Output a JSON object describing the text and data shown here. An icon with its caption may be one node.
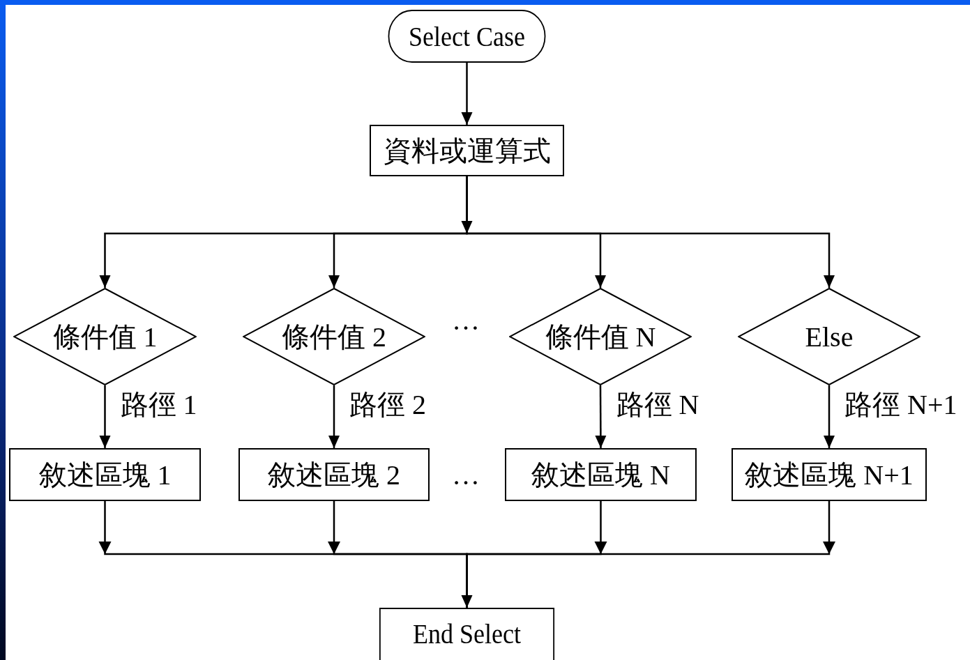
{
  "diagram": {
    "nodes": [
      {
        "text": [
          "Select Case"
        ]
      },
      {
        "text": [
          "資料或運算式"
        ]
      },
      {
        "text": [
          "條件值 1"
        ]
      },
      {
        "text": [
          "條件值 2"
        ]
      },
      {
        "text": [
          "條件值 N"
        ]
      },
      {
        "text": [
          "Else"
        ]
      },
      {
        "text": [
          "敘述區塊 1"
        ]
      },
      {
        "text": [
          "敘述區塊 2"
        ]
      },
      {
        "text": [
          "敘述區塊 N"
        ]
      },
      {
        "text": [
          "敘述區塊 N+1"
        ]
      },
      {
        "text": [
          "End Select"
        ]
      }
    ],
    "edges": [
      {
        "from": 0,
        "to": 1,
        "arrow": "to"
      },
      {
        "from": 1,
        "to": 2,
        "arrow": "to"
      },
      {
        "from": 1,
        "to": 3,
        "arrow": "to"
      },
      {
        "from": 1,
        "to": 4,
        "arrow": "to"
      },
      {
        "from": 1,
        "to": 5,
        "arrow": "to"
      },
      {
        "from": 2,
        "to": 6,
        "arrow": "to",
        "label": "路徑 1"
      },
      {
        "from": 3,
        "to": 7,
        "arrow": "to",
        "label": "路徑 2"
      },
      {
        "from": 4,
        "to": 8,
        "arrow": "to",
        "label": "路徑 N"
      },
      {
        "from": 5,
        "to": 9,
        "arrow": "to",
        "label": "路徑 N+1"
      },
      {
        "from": 6,
        "to": 10,
        "arrow": "to"
      },
      {
        "from": 7,
        "to": 10,
        "arrow": "to"
      },
      {
        "from": 8,
        "to": 10,
        "arrow": "to"
      },
      {
        "from": 9,
        "to": 10,
        "arrow": "to"
      }
    ],
    "labels": [
      "…",
      "…"
    ]
  }
}
